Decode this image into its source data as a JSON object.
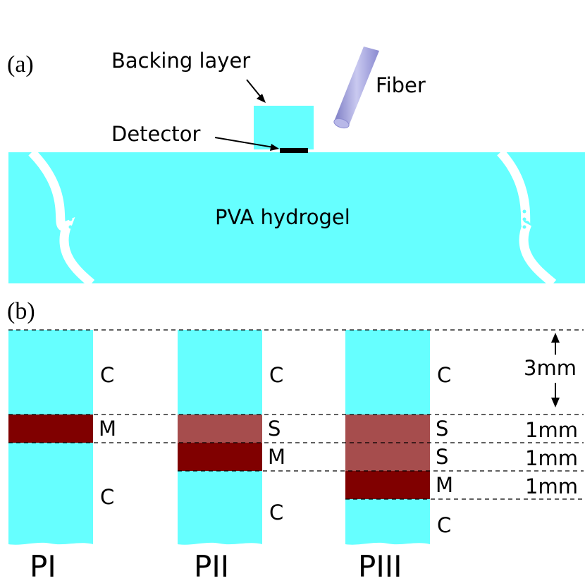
{
  "panel_a": {
    "label": "(a)",
    "backing_layer_label": "Backing layer",
    "fiber_label": "Fiber",
    "detector_label": "Detector",
    "hydrogel_label": "PVA hydrogel"
  },
  "panel_b": {
    "label": "(b)",
    "phantoms": [
      {
        "name": "PI",
        "layers": [
          "C",
          "M",
          "C"
        ]
      },
      {
        "name": "PII",
        "layers": [
          "C",
          "S",
          "M",
          "C"
        ]
      },
      {
        "name": "PIII",
        "layers": [
          "C",
          "S",
          "S",
          "M",
          "C"
        ]
      }
    ],
    "dimensions": [
      "3mm",
      "1mm",
      "1mm",
      "1mm"
    ]
  },
  "colors": {
    "hydrogel": "#66ffff",
    "M_layer": "#800000",
    "S_layer": "#a64d4d",
    "detector": "#000000",
    "fiber": "#a3a3d9"
  }
}
